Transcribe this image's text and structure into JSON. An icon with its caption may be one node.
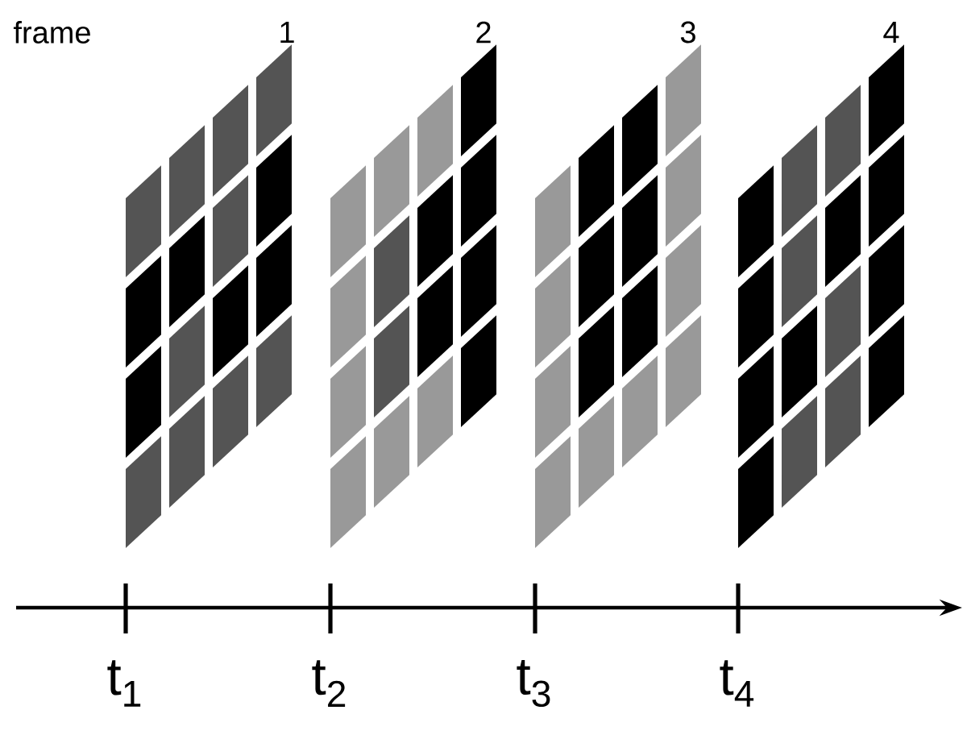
{
  "diagram": {
    "labels": [
      "frame",
      "1",
      "2",
      "3",
      "4",
      "t$_{1}$",
      "t$_{2}$",
      "t$_{3}$",
      "t$_{4}$"
    ]
  }
}
